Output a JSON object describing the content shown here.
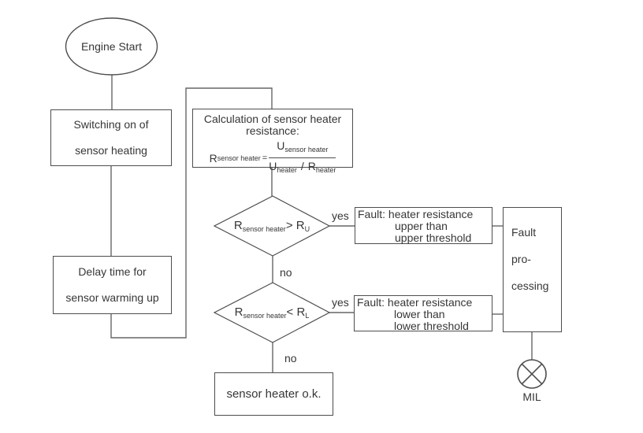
{
  "diagram": {
    "colors": {
      "line": "#666666",
      "border": "#4d4d4d",
      "text": "#363636",
      "background": "#ffffff"
    },
    "nodes": {
      "engine_start": {
        "label": "Engine Start"
      },
      "switching": {
        "line1": "Switching on of",
        "line2": "sensor heating"
      },
      "delay": {
        "line1": "Delay time for",
        "line2": "sensor warming up"
      },
      "calculation": {
        "title1": "Calculation of sensor heater",
        "title2": "resistance:",
        "lhs_base": "R",
        "lhs_sub": "sensor heater",
        "eq": "=",
        "num_base": "U",
        "num_sub": "sensor heater",
        "den1_base": "U",
        "den1_sub": "heater",
        "den_op": "/",
        "den2_base": "R",
        "den2_sub": "heater"
      },
      "decision_upper": {
        "base": "R",
        "sub": "sensor heater",
        "cmp": "> R",
        "thr": "U"
      },
      "decision_lower": {
        "base": "R",
        "sub": "sensor heater",
        "cmp": "< R",
        "thr": "L"
      },
      "fault_upper": {
        "line1": "Fault: heater resistance",
        "line2": "upper than",
        "line3": "upper threshold"
      },
      "fault_lower": {
        "line1": "Fault: heater resistance",
        "line2": "lower than",
        "line3": "lower threshold"
      },
      "fault_processing": {
        "line1": "Fault",
        "line2": "pro-",
        "line3": "cessing"
      },
      "ok": {
        "label": "sensor heater o.k."
      },
      "mil": {
        "label": "MIL"
      }
    },
    "edge_labels": {
      "yes_upper": "yes",
      "no_upper": "no",
      "yes_lower": "yes",
      "no_lower": "no"
    }
  }
}
